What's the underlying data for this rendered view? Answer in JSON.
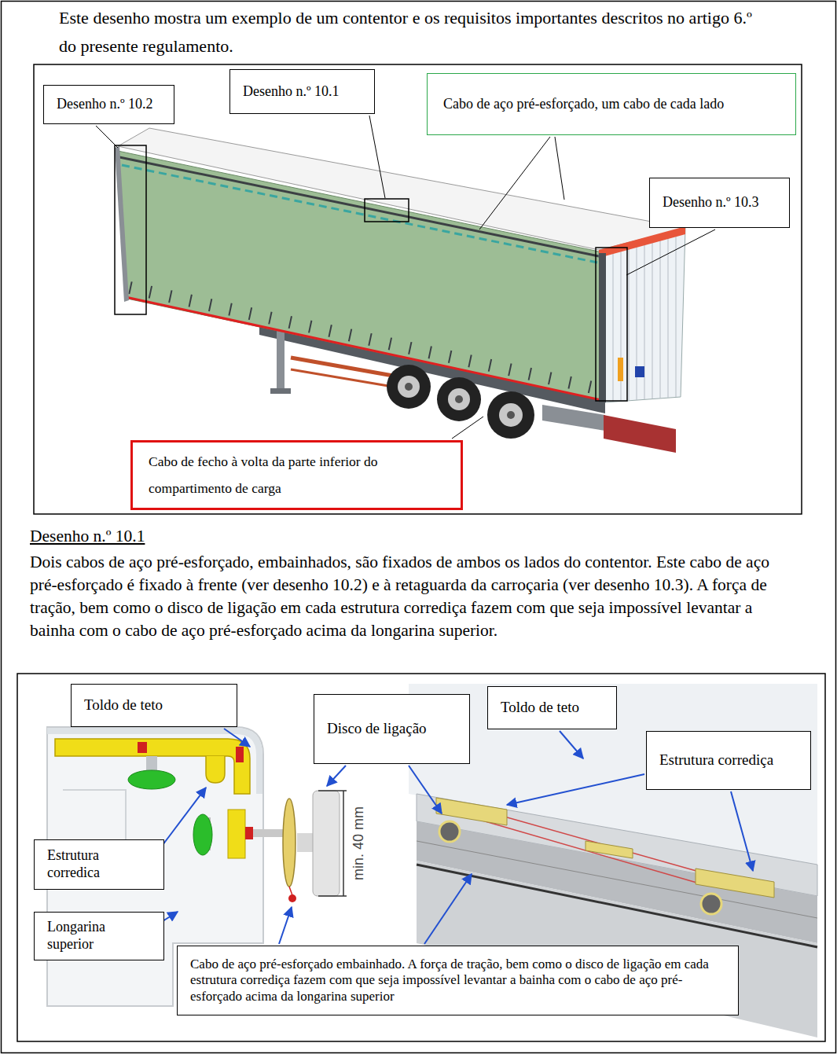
{
  "diagram": {
    "title": "Este desenho mostra um exemplo de um contentor e os requisitos importantes descritos no artigo 6.º do presente regulamento.",
    "nodes": [
      {
        "text": [
          "Desenho n.º 10.2"
        ]
      },
      {
        "text": [
          "Desenho n.º 10.1"
        ]
      },
      {
        "text": [
          "Cabo de aço pré-esforçado, um cabo de cada lado"
        ]
      },
      {
        "text": [
          "Desenho n.º 10.3"
        ]
      },
      {
        "text": [
          "Cabo de fecho à volta da parte inferior do compartimento de carga"
        ]
      },
      {
        "text": [
          "Toldo de teto"
        ]
      },
      {
        "text": [
          "Disco de ligação"
        ]
      },
      {
        "text": [
          "Toldo de teto"
        ]
      },
      {
        "text": [
          "Estrutura corrediça"
        ]
      },
      {
        "text": [
          "Estrutura corredica"
        ]
      },
      {
        "text": [
          "Longarina superior"
        ]
      },
      {
        "text": [
          "Cabo de aço pré-esforçado embainhado. A força de tração, bem como o disco de ligação em cada estrutura corrediça fazem com que seja impossível levantar a bainha com o cabo de aço pré-esforçado acima da longarina superior"
        ]
      }
    ],
    "labels": [
      "Desenho n.º 10.1",
      "Dois cabos de aço pré-esforçado, embainhados, são fixados de ambos os lados do contentor. Este cabo de aço pré-esforçado é fixado à frente (ver desenho 10.2) e à retaguarda da carroçaria (ver desenho 10.3). A força de tração, bem como o disco de ligação em cada estrutura corrediça fazem com que seja impossível levantar a bainha com o cabo de aço pré-esforçado acima da longarina superior.",
      "min. 40 mm"
    ]
  }
}
